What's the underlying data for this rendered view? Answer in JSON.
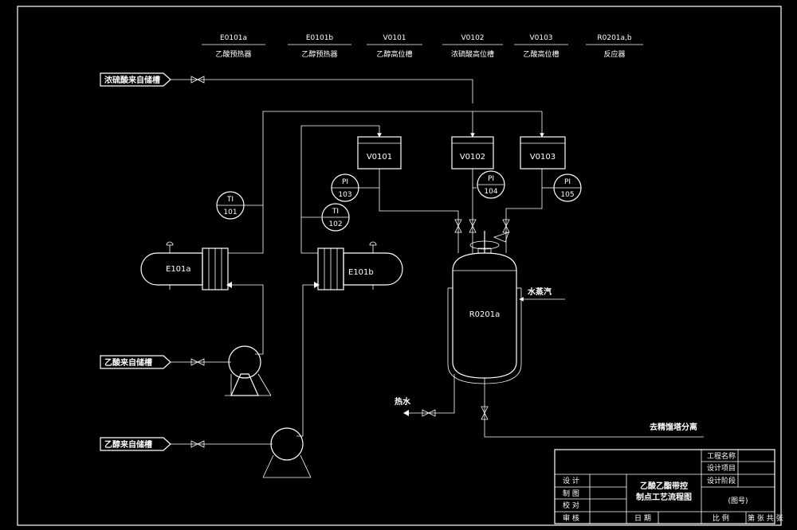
{
  "legend": [
    {
      "tag": "E0101a",
      "name": "乙酸预热器"
    },
    {
      "tag": "E0101b",
      "name": "乙醇预热器"
    },
    {
      "tag": "V0101",
      "name": "乙醇高位槽"
    },
    {
      "tag": "V0102",
      "name": "浓硫酸高位槽"
    },
    {
      "tag": "V0103",
      "name": "乙酸高位槽"
    },
    {
      "tag": "R0201a,b",
      "name": "反应器"
    }
  ],
  "sources": {
    "sulfuric": "浓硫酸来自储槽",
    "acetic": "乙酸来自储槽",
    "ethanol": "乙醇来自储槽"
  },
  "equipment": {
    "e101a": "E101a",
    "e101b": "E101b",
    "v0101": "V0101",
    "v0102": "V0102",
    "v0103": "V0103",
    "reactor": "R0201a"
  },
  "instruments": [
    {
      "type": "TI",
      "num": "101"
    },
    {
      "type": "TI",
      "num": "102"
    },
    {
      "type": "PI",
      "num": "103"
    },
    {
      "type": "PI",
      "num": "104"
    },
    {
      "type": "PI",
      "num": "105"
    }
  ],
  "streams": {
    "steam": "水蒸汽",
    "hot_water": "热水",
    "to_refining": "去精馏塔分离"
  },
  "title_block": {
    "project_name": "工程名称",
    "design_item": "设计项目",
    "design_stage": "设计阶段",
    "drawing_title_1": "乙酸乙酯带控",
    "drawing_title_2": "制点工艺流程图",
    "drawing_no": "(图号)",
    "design": "设 计",
    "draw": "制 图",
    "check": "校 对",
    "review": "审 核",
    "date": "日 期",
    "scale": "比 例",
    "sheet": "第 张  共 张"
  }
}
